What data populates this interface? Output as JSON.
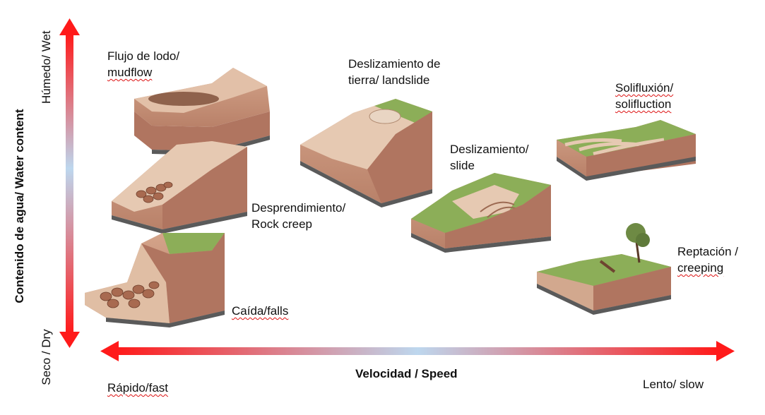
{
  "axes": {
    "y_title": "Contenido de agua/ Water content",
    "y_top": "Húmedo/ Wet",
    "y_bottom": "Seco / Dry",
    "x_title": "Velocidad / Speed",
    "x_left": "Rápido/fast",
    "x_right": "Lento/ slow"
  },
  "colors": {
    "arrow_end": "#ff1a1a",
    "arrow_mid": "#bdd7ee",
    "soil": "#c9957a",
    "grass": "#8cae58"
  },
  "processes": {
    "mudflow": {
      "line1": "Flujo de lodo/",
      "line2": "mudflow"
    },
    "landslide": {
      "line1": "Deslizamiento de",
      "line2": "tierra/ landslide"
    },
    "solifluction": {
      "line1": "Solifluxión/",
      "line2": "solifluction"
    },
    "slide": {
      "line1": "Deslizamiento/",
      "line2": "slide"
    },
    "rockcreep": {
      "line1": "Desprendimiento/",
      "line2": "Rock creep"
    },
    "falls": {
      "line1": "Caída/falls"
    },
    "creeping": {
      "line1": "Reptación /",
      "line2": "creeping"
    }
  }
}
